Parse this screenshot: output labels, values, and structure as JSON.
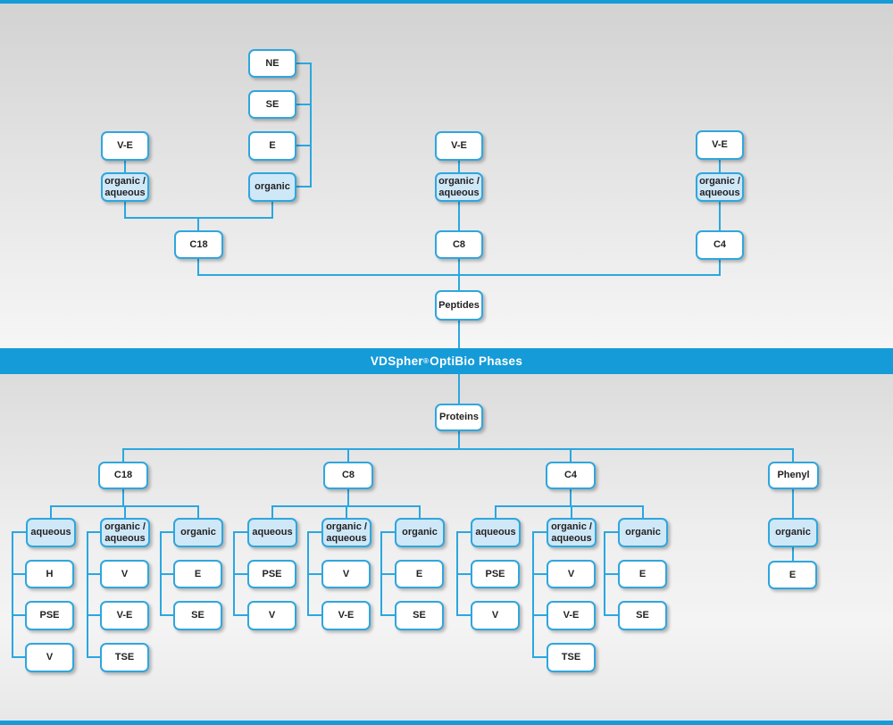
{
  "banner": {
    "brand": "VDSpher",
    "reg": "®",
    "product": " OptiBio Phases"
  },
  "peptides": {
    "root_label": "Peptides",
    "c18": {
      "label": "C18",
      "ve": "V-E",
      "organic_aqueous": "organic /\naqueous",
      "organic": "organic",
      "ne": "NE",
      "se": "SE",
      "e": "E"
    },
    "c8": {
      "label": "C8",
      "ve": "V-E",
      "organic_aqueous": "organic /\naqueous"
    },
    "c4": {
      "label": "C4",
      "ve": "V-E",
      "organic_aqueous": "organic /\naqueous"
    }
  },
  "proteins": {
    "root_label": "Proteins",
    "c18": {
      "label": "C18",
      "aqueous": {
        "label": "aqueous",
        "items": [
          "H",
          "PSE",
          "V"
        ]
      },
      "organic_aqueous": {
        "label": "organic /\naqueous",
        "items": [
          "V",
          "V-E",
          "TSE"
        ]
      },
      "organic": {
        "label": "organic",
        "items": [
          "E",
          "SE"
        ]
      }
    },
    "c8": {
      "label": "C8",
      "aqueous": {
        "label": "aqueous",
        "items": [
          "PSE",
          "V"
        ]
      },
      "organic_aqueous": {
        "label": "organic /\naqueous",
        "items": [
          "V",
          "V-E"
        ]
      },
      "organic": {
        "label": "organic",
        "items": [
          "E",
          "SE"
        ]
      }
    },
    "c4": {
      "label": "C4",
      "aqueous": {
        "label": "aqueous",
        "items": [
          "PSE",
          "V"
        ]
      },
      "organic_aqueous": {
        "label": "organic /\naqueous",
        "items": [
          "V",
          "V-E",
          "TSE"
        ]
      },
      "organic": {
        "label": "organic",
        "items": [
          "E",
          "SE"
        ]
      }
    },
    "phenyl": {
      "label": "Phenyl",
      "organic": {
        "label": "organic",
        "items": [
          "E"
        ]
      }
    }
  },
  "colors": {
    "accent_cyan": "#1b9fda",
    "banner_fill": "#149bd8",
    "box_highlight_fill": "#cfe8f7",
    "box_border": "#2fa6de"
  }
}
